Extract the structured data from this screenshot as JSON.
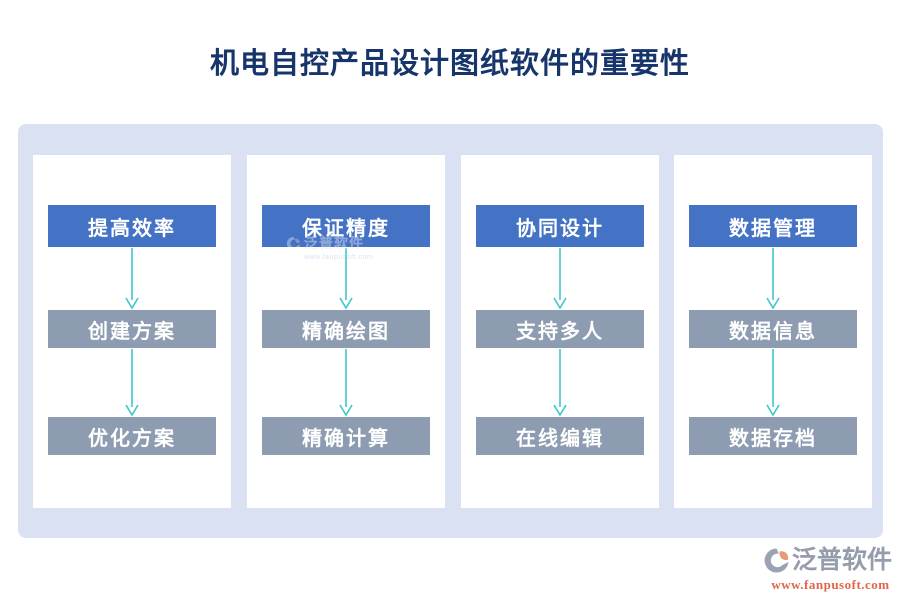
{
  "title": "机电自控产品设计图纸软件的重要性",
  "columns": [
    {
      "header": "提高效率",
      "items": [
        "创建方案",
        "优化方案"
      ]
    },
    {
      "header": "保证精度",
      "items": [
        "精确绘图",
        "精确计算"
      ]
    },
    {
      "header": "协同设计",
      "items": [
        "支持多人",
        "在线编辑"
      ]
    },
    {
      "header": "数据管理",
      "items": [
        "数据信息",
        "数据存档"
      ]
    }
  ],
  "watermark": {
    "text": "泛普软件",
    "subtext": "www.fanpusoft.com"
  },
  "logo": {
    "name": "泛普软件",
    "url": "www.fanpusoft.com"
  },
  "colors": {
    "title": "#17356b",
    "panel_bg": "#dae1f3",
    "card_bg": "#ffffff",
    "header_bg": "#4472c4",
    "item_bg": "#8d9cb0",
    "arrow": "#3ec6cc",
    "logo_text": "#959cab",
    "logo_url": "#e2654a",
    "logo_icon_gray": "#9aa3b2",
    "logo_icon_orange": "#e89a77"
  }
}
